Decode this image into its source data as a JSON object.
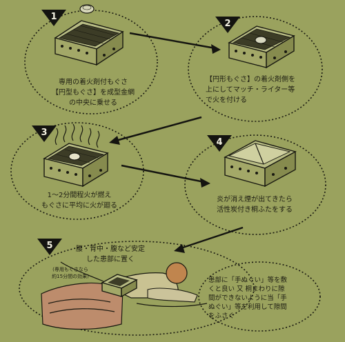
{
  "steps": [
    {
      "number": "1",
      "caption_lines": [
        "専用の着火剤付もぐさ",
        "【円型もぐさ】を成型金網",
        "の中央に乗せる"
      ]
    },
    {
      "number": "2",
      "caption_lines": [
        "【円形もぐさ】の着火剤側を",
        "上にしてマッチ・ライター等",
        "で火を付ける"
      ]
    },
    {
      "number": "3",
      "caption_lines": [
        "1～2分間程火が燃え",
        "もぐさに平均に火が廻る"
      ]
    },
    {
      "number": "4",
      "caption_lines": [
        "炎が消え煙が出てきたら",
        "活性炭付き桐ふたをする"
      ]
    },
    {
      "number": "5",
      "caption_lines": [
        "腰・背中・腹など安定",
        "した患部に置く"
      ]
    }
  ],
  "notes": {
    "duration_lines": [
      "(専用もぐさなら",
      "約15分間の効果)"
    ],
    "towel_lines": [
      "患部に「手ぬぐい」等を敷",
      "くと良い 又 桐まわりに隙",
      "間ができないように当「手",
      "ぬぐい」等を利用して隙間",
      "をふさぐ"
    ]
  }
}
